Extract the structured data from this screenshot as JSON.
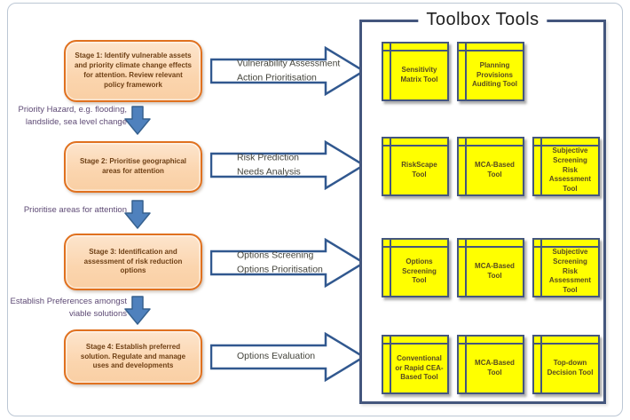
{
  "stages": [
    {
      "text": "Stage 1: Identify vulnerable assets and priority climate change effects for attention. Review relevant policy framework"
    },
    {
      "text": "Stage 2: Prioritise geographical areas for attention"
    },
    {
      "text": "Stage 3: Identification and assessment of risk reduction options"
    },
    {
      "text": "Stage 4: Establish preferred solution. Regulate and manage uses and developments"
    }
  ],
  "side_labels": [
    {
      "text": "Priority Hazard, e.g. flooding, landslide, sea level change"
    },
    {
      "text": "Prioritise areas for attention"
    },
    {
      "text": "Establish Preferences amongst viable solutions"
    }
  ],
  "process_arrows": [
    {
      "line1": "Vulnerability Assessment",
      "line2": "Action Prioritisation"
    },
    {
      "line1": "Risk Prediction",
      "line2": "Needs Analysis"
    },
    {
      "line1": "Options Screening",
      "line2": "Options Prioritisation"
    },
    {
      "line1": "Options Evaluation",
      "line2": ""
    }
  ],
  "toolbox": {
    "title": "Toolbox Tools",
    "rows": [
      {
        "tools": [
          "Sensitivity Matrix Tool",
          "Planning Provisions Auditing Tool"
        ]
      },
      {
        "tools": [
          "RiskScape Tool",
          "MCA-Based Tool",
          "Subjective Screening Risk Assessment Tool"
        ]
      },
      {
        "tools": [
          "Options Screening Tool",
          "MCA-Based Tool",
          "Subjective Screening Risk Assessment Tool"
        ]
      },
      {
        "tools": [
          "Conventional or Rapid CEA-Based Tool",
          "MCA-Based Tool",
          "Top-down Decision Tool"
        ]
      }
    ]
  },
  "colors": {
    "stage_border": "#e0711f",
    "stage_fill": "#fbd5ae",
    "stage_text": "#6e3f14",
    "down_arrow_fill": "#4f81bd",
    "arrow_outline": "#36618e",
    "toolbox_border": "#44567d",
    "tool_fill": "#ffff00",
    "side_label_text": "#5e4a75"
  }
}
